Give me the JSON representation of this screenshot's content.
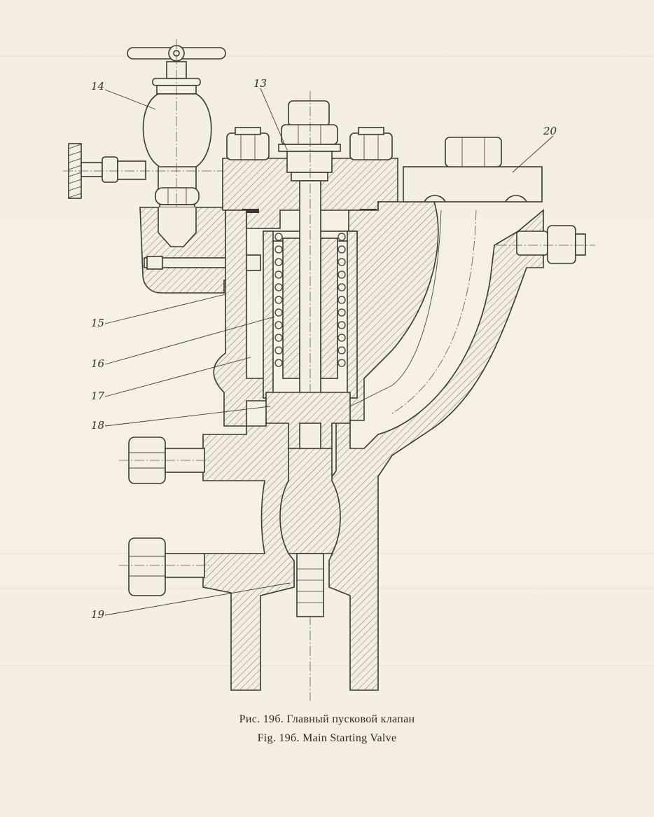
{
  "figure": {
    "caption_ru": "Рис. 19б. Главный пусковой клапан",
    "caption_en": "Fig. 19б. Main Starting Valve"
  },
  "labels": {
    "p13": "13",
    "p14": "14",
    "p15": "15",
    "p16": "16",
    "p17": "17",
    "p18": "18",
    "p19": "19",
    "p20": "20"
  }
}
